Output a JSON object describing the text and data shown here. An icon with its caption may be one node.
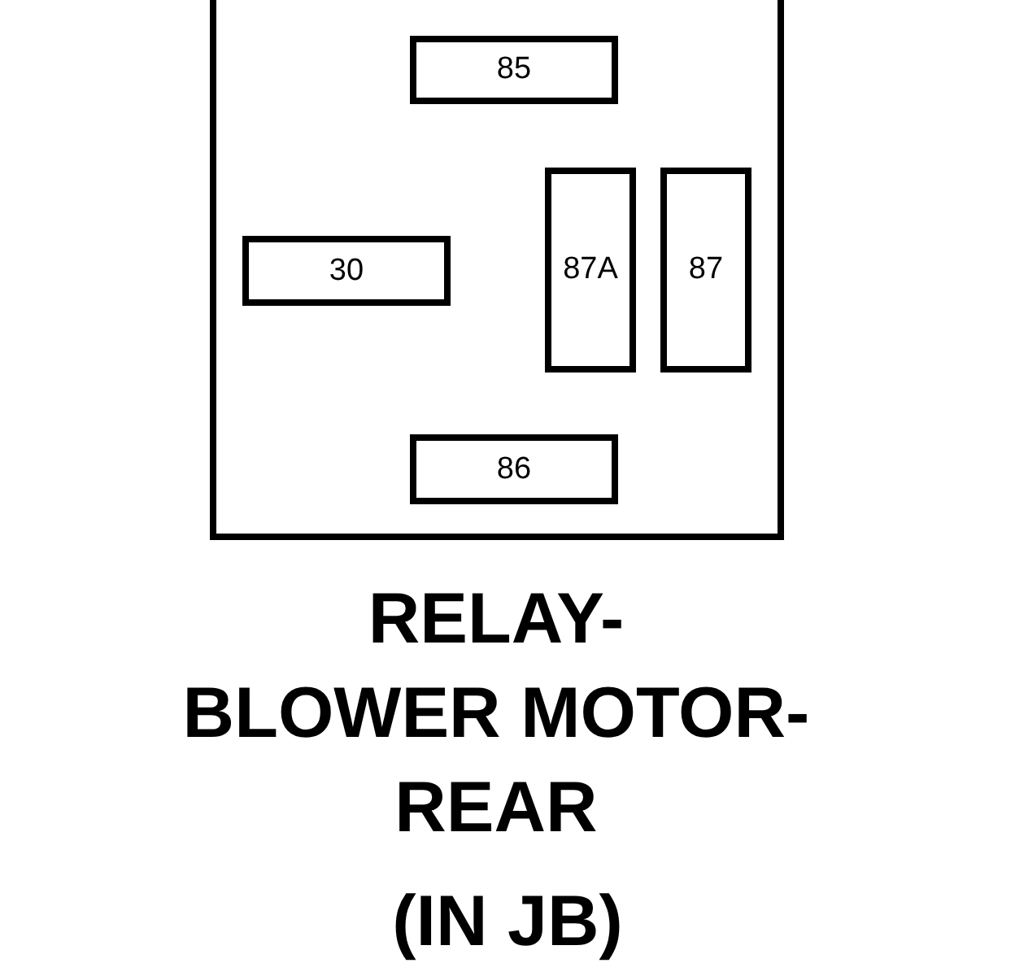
{
  "diagram": {
    "caption": "RELAY- BLOWER MOTOR- REAR",
    "nodes": [
      {
        "text": [],
        "shape": "box"
      },
      {
        "text": [
          "85"
        ],
        "in": 0
      },
      {
        "text": [
          "30"
        ],
        "in": 0
      },
      {
        "text": [
          "87A"
        ],
        "in": 0
      },
      {
        "text": [
          "87"
        ],
        "in": 0
      },
      {
        "text": [
          "86"
        ],
        "in": 0
      }
    ],
    "labels": [
      "(IN JB)"
    ]
  }
}
